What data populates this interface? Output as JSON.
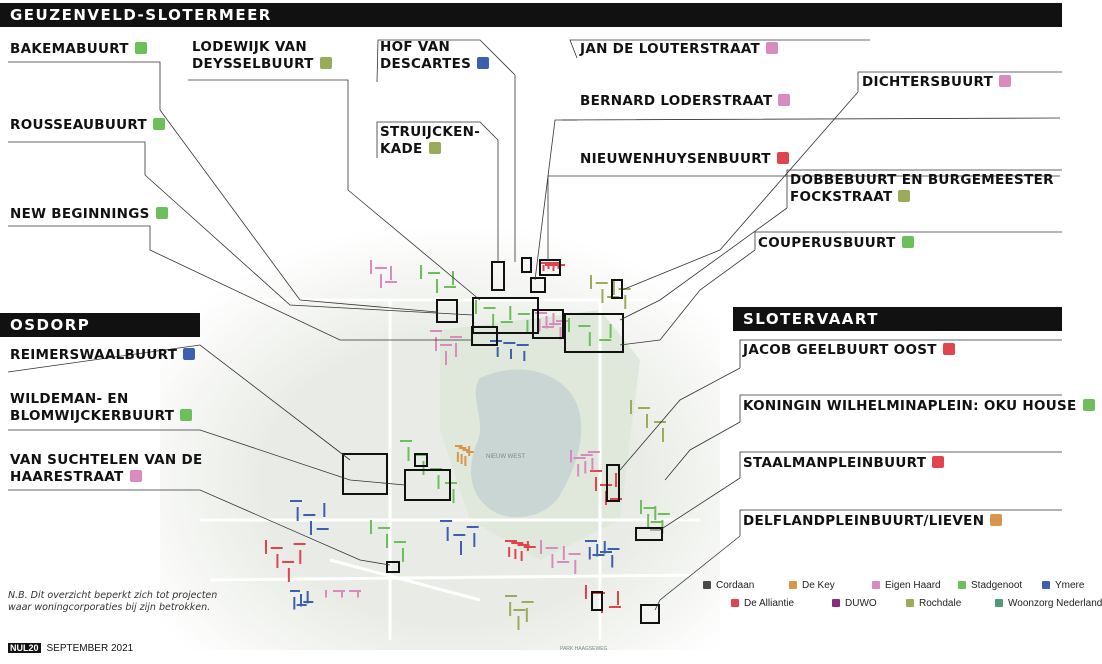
{
  "sections": {
    "geuzenveld": "GEUZENVELD-SLOTERMEER",
    "osdorp": "OSDORP",
    "slotervaart": "SLOTERVAART"
  },
  "colors": {
    "Cordaan": "#4a4a4a",
    "De Key": "#d9954a",
    "Eigen Haard": "#d98bbf",
    "Stadgenoot": "#6cbf5a",
    "Ymere": "#3e5fae",
    "De Alliantie": "#e0444f",
    "DUWO": "#8a2c7a",
    "Rochdale": "#9aab5a",
    "Woonzorg Nederland": "#4f9a78"
  },
  "labels": {
    "bakemabuurt": {
      "line1": "BAKEMABUURT",
      "line2": "",
      "color": "#6cbf5a"
    },
    "lodewijk": {
      "line1": "LODEWIJK VAN",
      "line2": "DEYSSELBUURT",
      "color": "#9aab5a"
    },
    "hof": {
      "line1": "HOF VAN",
      "line2": "DESCARTES",
      "color": "#3e5fae"
    },
    "jan": {
      "line1": "JAN DE LOUTERSTRAAT",
      "line2": "",
      "color": "#d98bbf"
    },
    "dichters": {
      "line1": "DICHTERSBUURT",
      "line2": "",
      "color": "#d98bbf"
    },
    "bernard": {
      "line1": "BERNARD LODERSTRAAT",
      "line2": "",
      "color": "#d98bbf"
    },
    "rousseau": {
      "line1": "ROUSSEAUBUURT",
      "line2": "",
      "color": "#6cbf5a"
    },
    "struijcken": {
      "line1": "STRUIJCKEN-",
      "line2": "KADE",
      "color": "#9aab5a"
    },
    "nieuwenhuysen": {
      "line1": "NIEUWENHUYSENBUURT",
      "line2": "",
      "color": "#e0444f"
    },
    "dobbe": {
      "line1": "DOBBEBUURT EN BURGEMEESTER",
      "line2": "FOCKSTRAAT",
      "color": "#9aab5a"
    },
    "newbeginnings": {
      "line1": "NEW BEGINNINGS",
      "line2": "",
      "color": "#6cbf5a"
    },
    "couperus": {
      "line1": "COUPERUSBUURT",
      "line2": "",
      "color": "#6cbf5a"
    },
    "reimerswaal": {
      "line1": "REIMERSWAALBUURT",
      "line2": "",
      "color": "#3e5fae"
    },
    "wildeman": {
      "line1": "WILDEMAN- EN",
      "line2": "BLOMWIJCKERBUURT",
      "color": "#6cbf5a"
    },
    "vansuchtelen": {
      "line1": "VAN SUCHTELEN VAN DE",
      "line2": "HAARESTRAAT",
      "color": "#d98bbf"
    },
    "jacob": {
      "line1": "JACOB GEELBUURT OOST",
      "line2": "",
      "color": "#e0444f"
    },
    "koningin": {
      "line1": "KONINGIN WILHELMINAPLEIN: OKU HOUSE",
      "line2": "",
      "color": "#6cbf5a"
    },
    "staalman": {
      "line1": "STAALMANPLEINBUURT",
      "line2": "",
      "color": "#e0444f"
    },
    "delfland": {
      "line1": "DELFLANDPLEINBUURT/LIEVEN",
      "line2": "",
      "color": "#d9954a"
    }
  },
  "note": {
    "line1": "N.B. Dit overzicht beperkt zich tot projecten",
    "line2": "waar woningcorporaties bij zijn betrokken."
  },
  "legend": [
    {
      "name": "Cordaan",
      "color": "#4a4a4a"
    },
    {
      "name": "De Key",
      "color": "#d9954a"
    },
    {
      "name": "Eigen Haard",
      "color": "#d98bbf"
    },
    {
      "name": "Stadgenoot",
      "color": "#6cbf5a"
    },
    {
      "name": "Ymere",
      "color": "#3e5fae"
    },
    {
      "name": "De Alliantie",
      "color": "#e0444f"
    },
    {
      "name": "DUWO",
      "color": "#8a2c7a"
    },
    {
      "name": "Rochdale",
      "color": "#9aab5a"
    },
    {
      "name": "Woonzorg Nederland",
      "color": "#4f9a78"
    }
  ],
  "footer": {
    "logo": "NUL20",
    "date": "SEPTEMBER 2021"
  },
  "map_labels": {
    "lake": "NIEUW WEST",
    "park": "PARK HAAGSEWEG"
  }
}
